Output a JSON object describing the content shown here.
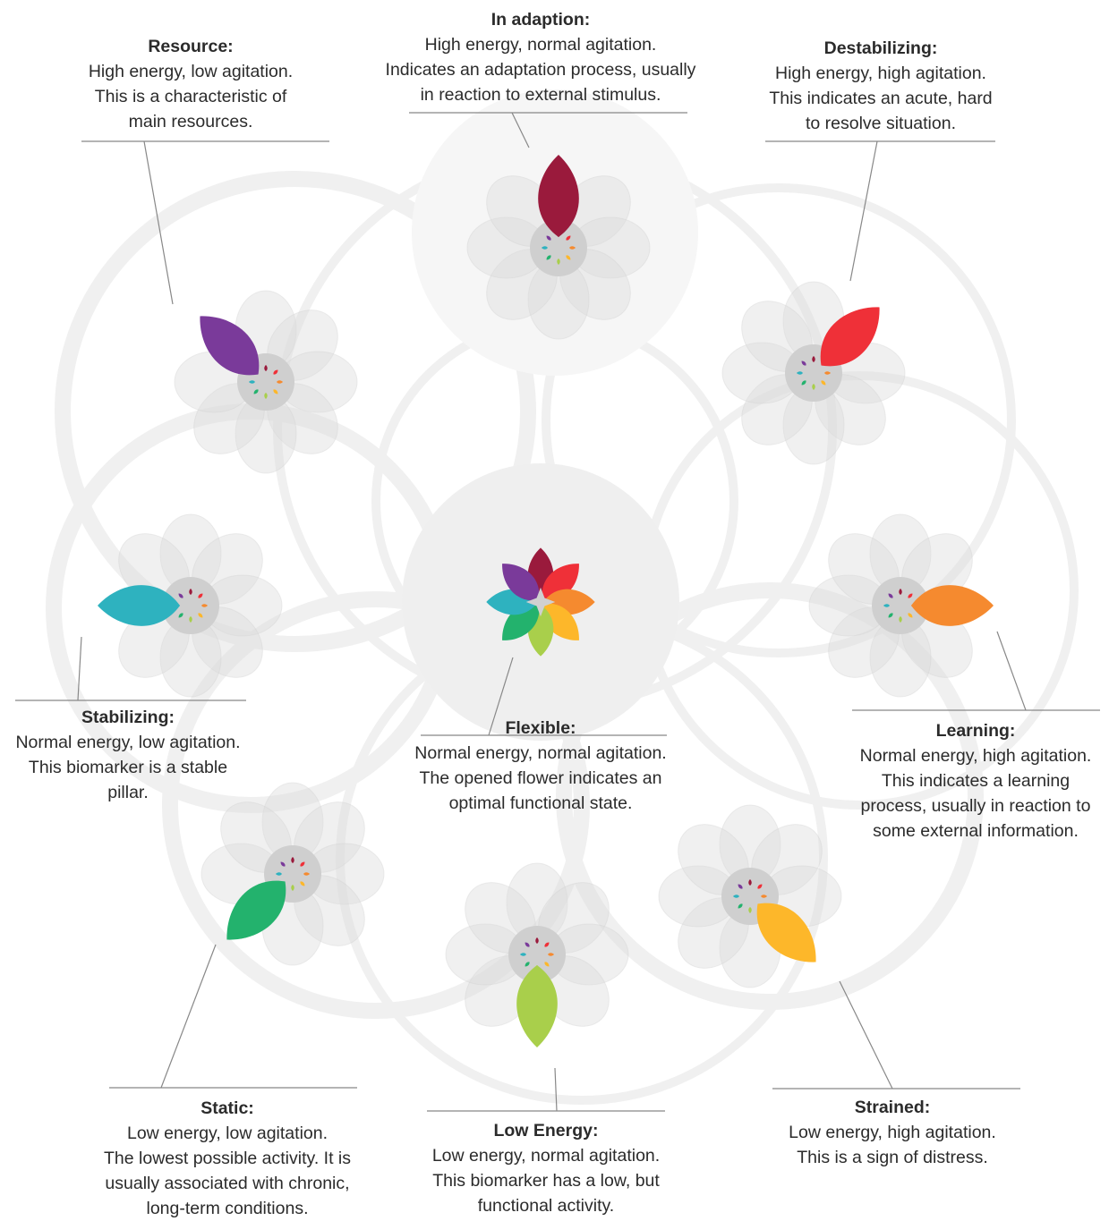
{
  "colors": {
    "purple": "#7a3a9a",
    "crimson": "#9a1a3c",
    "red": "#ef3038",
    "orange": "#f58a2f",
    "yellow": "#fdb72a",
    "lime": "#a9cf4b",
    "green": "#23b26d",
    "teal": "#2eb2bf",
    "ghost_petal": "#dcdcdc",
    "center": "#cfcfcf",
    "leader_line": "#888888"
  },
  "states": [
    {
      "id": "flexible",
      "title": "Flexible:",
      "lines": [
        "Normal energy, normal agitation.",
        "The opened flower indicates an",
        "optimal functional state."
      ],
      "highlight": "all"
    },
    {
      "id": "resource",
      "title": "Resource:",
      "lines": [
        "High energy, low agitation.",
        "This is a characteristic of",
        "main resources."
      ],
      "highlight": "purple"
    },
    {
      "id": "in-adaption",
      "title": "In adaption:",
      "lines": [
        "High energy, normal agitation.",
        "Indicates an adaptation process, usually",
        "in reaction to external stimulus."
      ],
      "highlight": "crimson"
    },
    {
      "id": "destabilizing",
      "title": "Destabilizing:",
      "lines": [
        "High energy, high agitation.",
        "This indicates an acute, hard",
        "to resolve situation."
      ],
      "highlight": "red"
    },
    {
      "id": "stabilizing",
      "title": "Stabilizing:",
      "lines": [
        "Normal energy, low agitation.",
        "This biomarker is a stable",
        "pillar."
      ],
      "highlight": "teal"
    },
    {
      "id": "learning",
      "title": "Learning:",
      "lines": [
        "Normal energy, high agitation.",
        "This indicates a learning",
        "process, usually in reaction to",
        "some external information."
      ],
      "highlight": "orange"
    },
    {
      "id": "static",
      "title": "Static:",
      "lines": [
        "Low energy, low agitation.",
        "The lowest possible activity. It is",
        "usually associated with chronic,",
        "long-term conditions."
      ],
      "highlight": "green"
    },
    {
      "id": "low-energy",
      "title": "Low Energy:",
      "lines": [
        "Low energy, normal agitation.",
        "This biomarker has a low, but",
        "functional activity."
      ],
      "highlight": "lime"
    },
    {
      "id": "strained",
      "title": "Strained:",
      "lines": [
        "Low energy, high agitation.",
        "This is a sign of distress."
      ],
      "highlight": "yellow"
    }
  ]
}
